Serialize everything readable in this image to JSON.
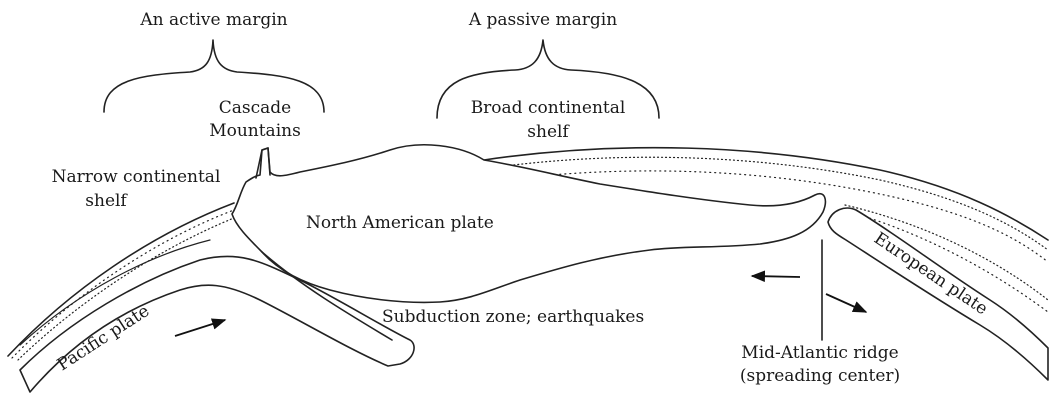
{
  "labels": {
    "active_margin": "An active margin",
    "passive_margin": "A passive margin",
    "cascade_line1": "Cascade",
    "cascade_line2": "Mountains",
    "broad_shelf_line1": "Broad continental",
    "broad_shelf_line2": "shelf",
    "narrow_shelf_line1": "Narrow continental",
    "narrow_shelf_line2": "shelf",
    "north_american_plate": "North American plate",
    "subduction_zone": "Subduction zone; earthquakes",
    "pacific_plate": "Pacific plate",
    "european_plate": "European plate",
    "mid_atlantic_line1": "Mid-Atlantic ridge",
    "mid_atlantic_line2": "(spreading center)"
  }
}
